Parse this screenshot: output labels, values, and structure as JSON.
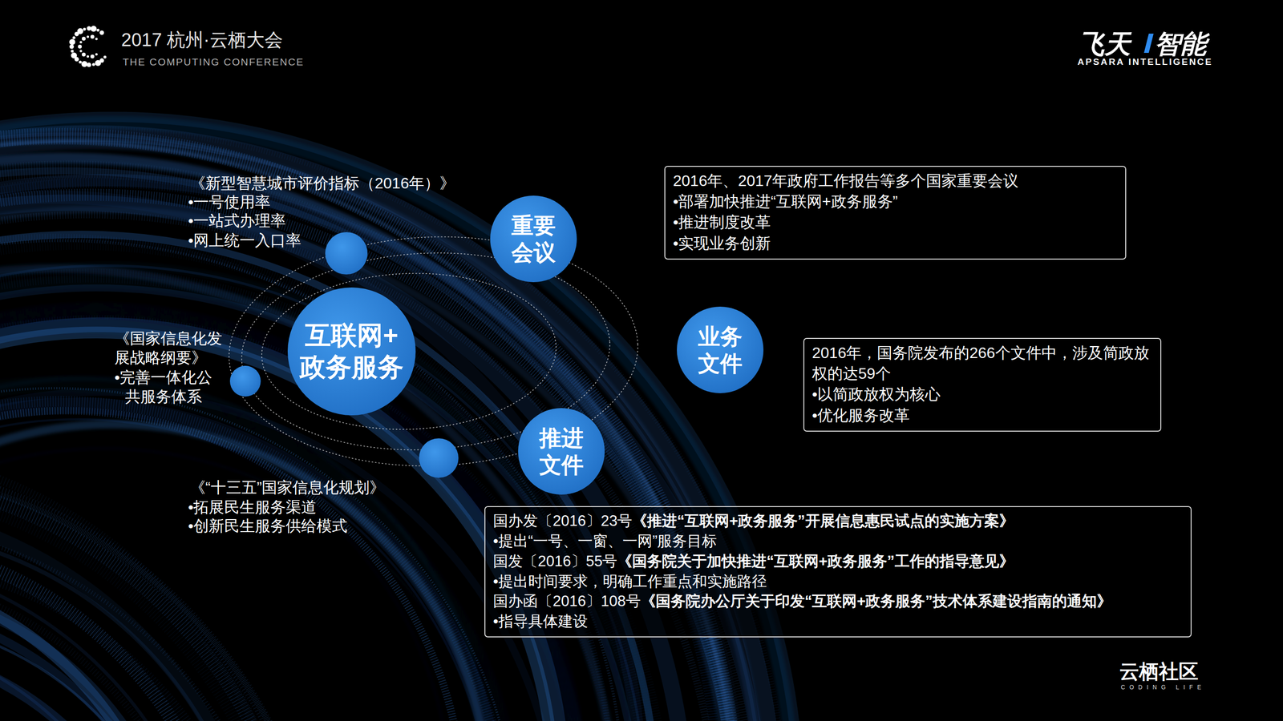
{
  "diagram": {
    "nodes": [
      {
        "text": [
          "互联网+ 政务服务"
        ]
      },
      {
        "text": [
          "重要 会议"
        ]
      },
      {
        "text": [
          "2016年、2017年政府工作报告等多个国家重要会议",
          "•部署加快推进“互联网+政务服务”",
          "•推进制度改革",
          "•实现业务创新"
        ]
      },
      {
        "text": [
          "业务 文件"
        ]
      },
      {
        "text": [
          "2016年，国务院发布的266个文件中，涉及简政放权的达59个",
          "•以简政放权为核心",
          "•优化服务改革"
        ]
      },
      {
        "text": [
          "推进 文件"
        ]
      },
      {
        "text": [
          "国办发〔2016〕23号",
          "《推进“互联网+政务服务”开展信息惠民试点的实施方案》",
          "•提出“一号、一窗、一网”服务目标",
          "国发〔2016〕55号",
          "《国务院关于加快推进“互联网+政务服务”工作的指导意见》",
          "•提出时间要求，明确工作重点和实施路径",
          "国办函〔2016〕108号",
          "《国务院办公厅关于印发“互联网+政务服务”技术体系建设指南的通知》",
          "•指导具体建设"
        ]
      }
    ],
    "labels": [
      "2017 杭州·云栖大会",
      "THE COMPUTING CONFERENCE",
      "飞天",
      "智能",
      "APSARA INTELLIGENCE",
      "《新型智慧城市评价指标（2016年）》",
      "•一号使用率",
      "•一站式办理率",
      "•网上统一入口率",
      "《国家信息化发展战略纲要》",
      "•完善一体化公共服务体系",
      "《“十三五”国家信息化规划》",
      "•拓展民生服务渠道",
      "•创新民生服务供给模式",
      "云栖社区",
      "CODING LIFE"
    ]
  }
}
